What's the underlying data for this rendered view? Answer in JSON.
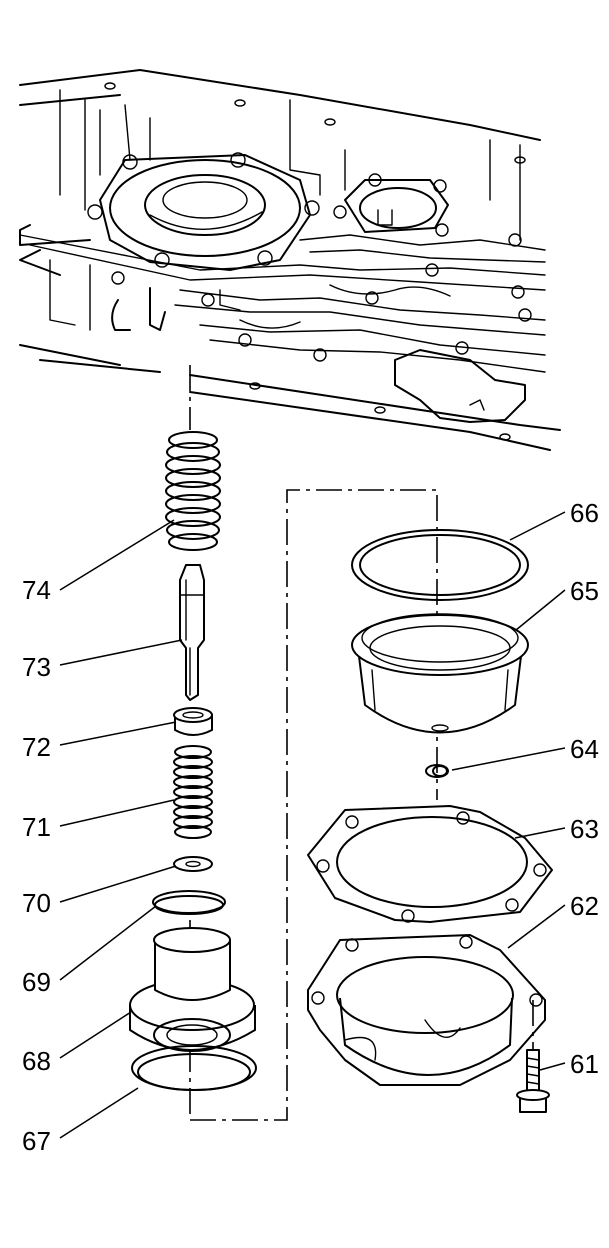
{
  "callouts": [
    {
      "id": "61",
      "label": "61"
    },
    {
      "id": "62",
      "label": "62"
    },
    {
      "id": "63",
      "label": "63"
    },
    {
      "id": "64",
      "label": "64"
    },
    {
      "id": "65",
      "label": "65"
    },
    {
      "id": "66",
      "label": "66"
    },
    {
      "id": "67",
      "label": "67"
    },
    {
      "id": "68",
      "label": "68"
    },
    {
      "id": "69",
      "label": "69"
    },
    {
      "id": "70",
      "label": "70"
    },
    {
      "id": "71",
      "label": "71"
    },
    {
      "id": "72",
      "label": "72"
    },
    {
      "id": "73",
      "label": "73"
    },
    {
      "id": "74",
      "label": "74"
    }
  ]
}
